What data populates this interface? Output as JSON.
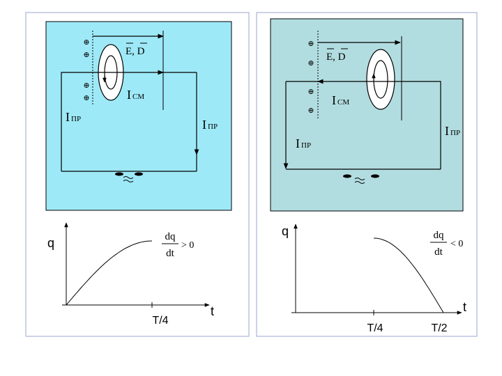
{
  "colors": {
    "left_panel_bg": "#9ee9f7",
    "right_panel_bg": "#b2dde0",
    "frame_border": "#9aa6d0",
    "line": "#000000"
  },
  "left": {
    "field_label": "E, D",
    "displacement_current_label": "I",
    "displacement_current_sub": "CM",
    "conduction_current_label": "I",
    "conduction_current_sub": "ПР",
    "plate_charge_symbols": [
      "⊕",
      "⊕",
      "⊕",
      "⊕"
    ],
    "graph": {
      "y_label": "q",
      "x_label": "t",
      "tick_label": "T/4",
      "derivative_numerator": "dq",
      "derivative_denominator": "dt",
      "derivative_sign": "> 0"
    }
  },
  "right": {
    "field_label": "E, D",
    "displacement_current_label": "I",
    "displacement_current_sub": "CM",
    "conduction_current_label": "I",
    "conduction_current_sub": "ПР",
    "plate_charge_symbols": [
      "⊕",
      "⊕",
      "⊕",
      "⊕"
    ],
    "graph": {
      "y_label": "q",
      "x_label": "t",
      "tick_labels": [
        "T/4",
        "T/2"
      ],
      "derivative_numerator": "dq",
      "derivative_denominator": "dt",
      "derivative_sign": "< 0"
    }
  }
}
